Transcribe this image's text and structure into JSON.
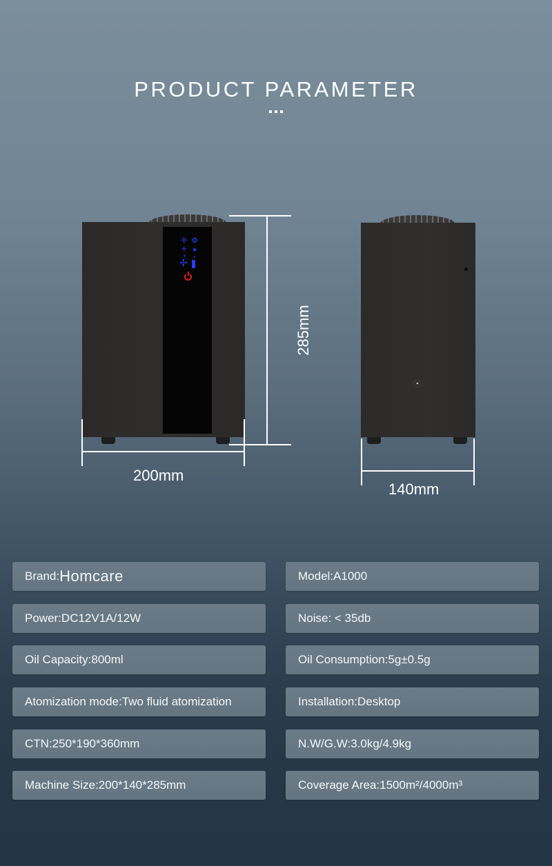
{
  "header": {
    "title": "PRODUCT PARAMETER",
    "decoration": "three-dots"
  },
  "diagram": {
    "front_view": {
      "width_label": "200mm",
      "height_label": "285mm",
      "panel_icons": [
        "fan-high-icon",
        "fan-medium-icon",
        "fan-low-icon",
        "fan-large-icon",
        "mist-level-icon",
        "oil-level-bar-icon",
        "power-icon"
      ]
    },
    "side_view": {
      "depth_label": "140mm"
    },
    "colors": {
      "body": "#2c2b2a",
      "panel": "#050505",
      "icon_blue": "#2a3cff",
      "power_red": "#e02020"
    }
  },
  "specs": {
    "left": [
      {
        "label": "Brand:",
        "value": "Homcare"
      },
      {
        "label": "Power:",
        "value": "DC12V1A/12W"
      },
      {
        "label": "Oil Capacity:",
        "value": "800ml"
      },
      {
        "label": "Atomization mode:",
        "value": "Two fluid atomization"
      },
      {
        "label": "CTN:",
        "value": "250*190*360mm"
      },
      {
        "label": "Machine Size:",
        "value": "200*140*285mm"
      }
    ],
    "right": [
      {
        "label": "Model:",
        "value": "A1000"
      },
      {
        "label": "Noise:",
        "value": " < 35db"
      },
      {
        "label": "Oil Consumption:",
        "value": "5g±0.5g"
      },
      {
        "label": "Installation:",
        "value": "Desktop"
      },
      {
        "label": "N.W/G.W:",
        "value": "3.0kg/4.9kg"
      },
      {
        "label": "Coverage Area:",
        "value": "1500m²/4000m³"
      }
    ]
  }
}
